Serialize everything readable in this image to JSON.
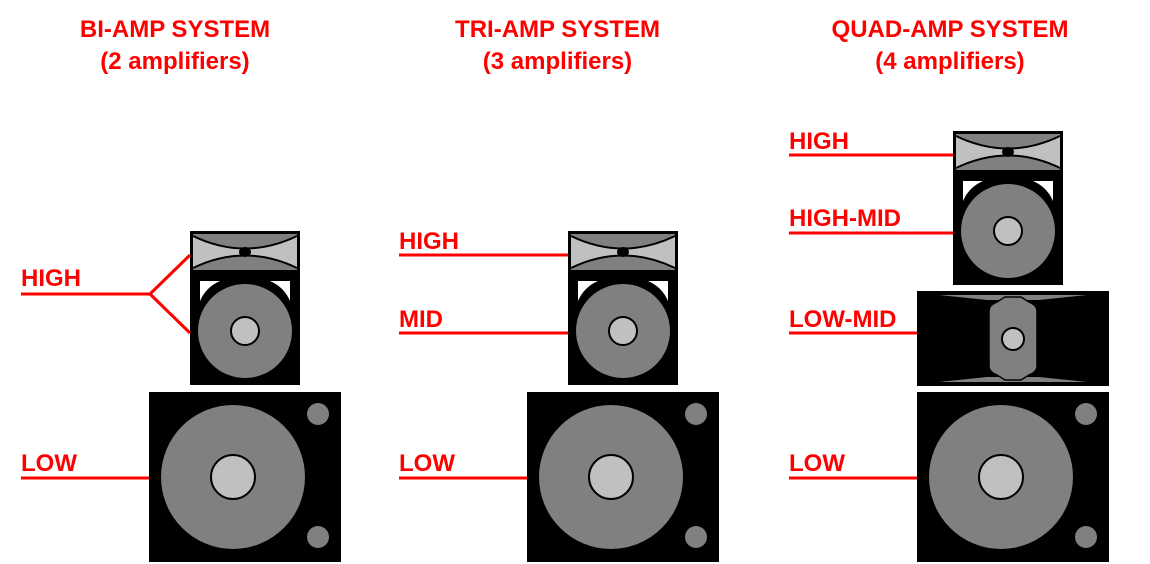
{
  "colors": {
    "label": "#ff0000",
    "cabinet": "#000000",
    "cone": "#808080",
    "dust_cap": "#c0c0c0",
    "horn_light": "#c0c0c0",
    "horn_dark": "#808080",
    "background": "#ffffff"
  },
  "systems": [
    {
      "title": "BI-AMP SYSTEM",
      "subtitle": "(2 amplifiers)",
      "bands": [
        {
          "label": "HIGH",
          "drives": [
            "horn",
            "mid-woofer"
          ]
        },
        {
          "label": "LOW",
          "drives": [
            "sub-woofer"
          ]
        }
      ]
    },
    {
      "title": "TRI-AMP SYSTEM",
      "subtitle": "(3 amplifiers)",
      "bands": [
        {
          "label": "HIGH",
          "drives": [
            "horn"
          ]
        },
        {
          "label": "MID",
          "drives": [
            "mid-woofer"
          ]
        },
        {
          "label": "LOW",
          "drives": [
            "sub-woofer"
          ]
        }
      ]
    },
    {
      "title": "QUAD-AMP SYSTEM",
      "subtitle": "(4 amplifiers)",
      "bands": [
        {
          "label": "HIGH",
          "drives": [
            "horn"
          ]
        },
        {
          "label": "HIGH-MID",
          "drives": [
            "mid-woofer"
          ]
        },
        {
          "label": "LOW-MID",
          "drives": [
            "low-mid-horn"
          ]
        },
        {
          "label": "LOW",
          "drives": [
            "sub-woofer"
          ]
        }
      ]
    }
  ]
}
